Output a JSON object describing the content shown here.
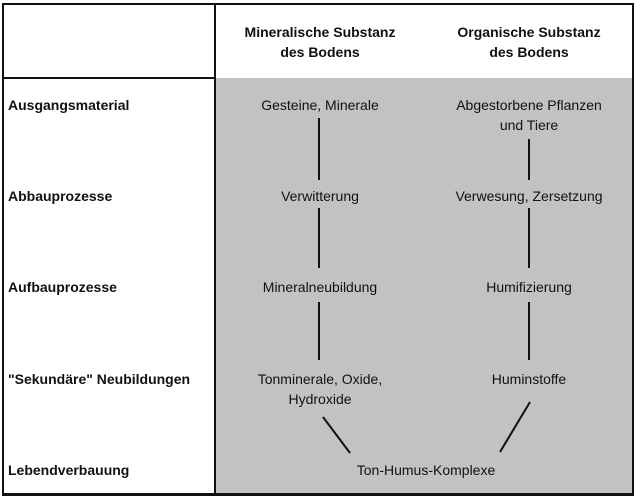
{
  "colors": {
    "panel_gray": "#c2c2c2",
    "line_black": "#111111",
    "background": "#ffffff"
  },
  "header": {
    "col1": "Mineralische Substanz\ndes Bodens",
    "col2": "Organische Substanz\ndes Bodens"
  },
  "rows": [
    {
      "label": "Ausgangsmaterial",
      "col1": "Gesteine, Minerale",
      "col2": "Abgestorbene Pflanzen\nund Tiere"
    },
    {
      "label": "Abbauprozesse",
      "col1": "Verwitterung",
      "col2": "Verwesung, Zersetzung"
    },
    {
      "label": "Aufbauprozesse",
      "col1": "Mineralneubildung",
      "col2": "Humifizierung"
    },
    {
      "label": "\"Sekundäre\" Neubildungen",
      "col1": "Tonminerale, Oxide,\nHydroxide",
      "col2": "Huminstoffe"
    },
    {
      "label": "Lebendverbauung",
      "merged": "Ton-Humus-Komplexe"
    }
  ],
  "connections": [
    "Gesteine, Minerale → Verwitterung",
    "Verwitterung → Mineralneubildung",
    "Mineralneubildung → Tonminerale, Oxide, Hydroxide",
    "Abgestorbene Pflanzen und Tiere → Verwesung, Zersetzung",
    "Verwesung, Zersetzung → Humifizierung",
    "Humifizierung → Huminstoffe",
    "Tonminerale, Oxide, Hydroxide → Ton-Humus-Komplexe",
    "Huminstoffe → Ton-Humus-Komplexe"
  ]
}
